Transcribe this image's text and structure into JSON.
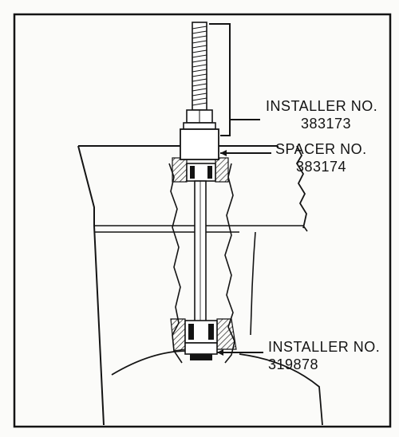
{
  "callouts": [
    {
      "line1": "INSTALLER NO.",
      "line2": "383173"
    },
    {
      "line1": "SPACER NO.",
      "line2": "383174"
    },
    {
      "line1": "INSTALLER NO.",
      "line2": "319878"
    }
  ],
  "colors": {
    "ink": "#141414",
    "paper": "#fbfbf9",
    "hatch": "#141414"
  }
}
